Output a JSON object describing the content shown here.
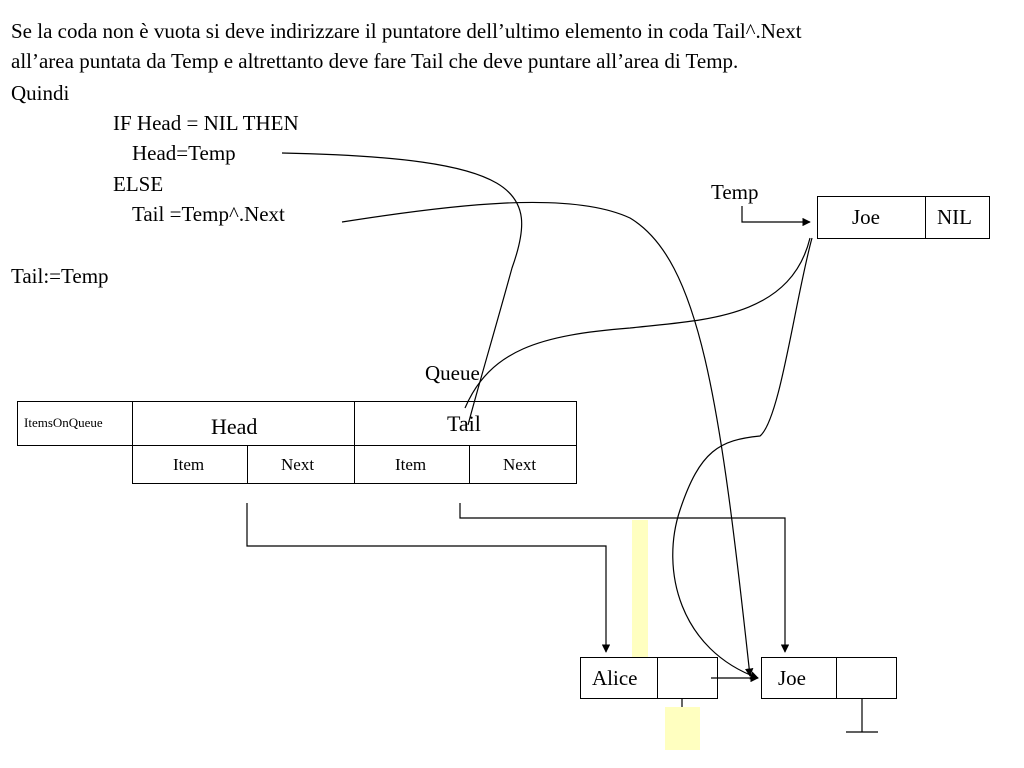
{
  "slide": {
    "intro_line1": "Se la coda non è vuota si deve indirizzare il puntatore dell’ultimo elemento in coda Tail^.Next",
    "intro_line2": "all’area puntata da Temp e altrettanto deve fare Tail che deve puntare all’area di Temp.",
    "intro_line3": "Quindi",
    "code": {
      "line1": "IF Head = NIL THEN",
      "line2": "Head=Temp",
      "line3": "ELSE",
      "line4": "Tail =Temp^.Next",
      "line5": "Tail:=Temp"
    }
  },
  "temp_node": {
    "pointer_label": "Temp",
    "value": "Joe",
    "next": "NIL"
  },
  "queue": {
    "label": "Queue",
    "items_on_queue": "ItemsOnQueue",
    "head_label": "Head",
    "tail_label": "Tail",
    "head_item": "Item",
    "head_next": "Next",
    "tail_item": "Item",
    "tail_next": "Next"
  },
  "nodes": {
    "alice": "Alice",
    "joe": "Joe"
  },
  "colors": {
    "highlight": "#ffffc0",
    "line": "#000000"
  }
}
